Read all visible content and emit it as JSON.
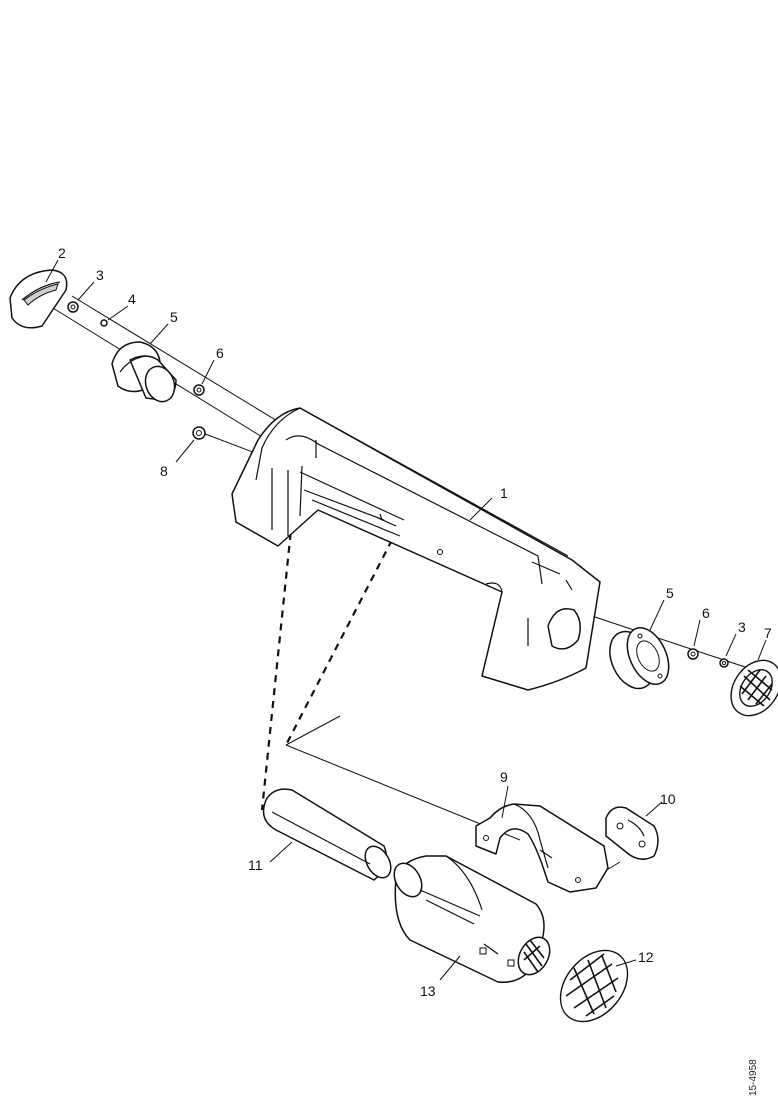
{
  "callouts": {
    "c1": "1",
    "c2": "2",
    "c3a": "3",
    "c3b": "3",
    "c4": "4",
    "c5a": "5",
    "c5b": "5",
    "c6a": "6",
    "c6b": "6",
    "c7": "7",
    "c8": "8",
    "c9": "9",
    "c10": "10",
    "c11": "11",
    "c12": "12",
    "c13": "13"
  },
  "figure_code": "15-4958"
}
